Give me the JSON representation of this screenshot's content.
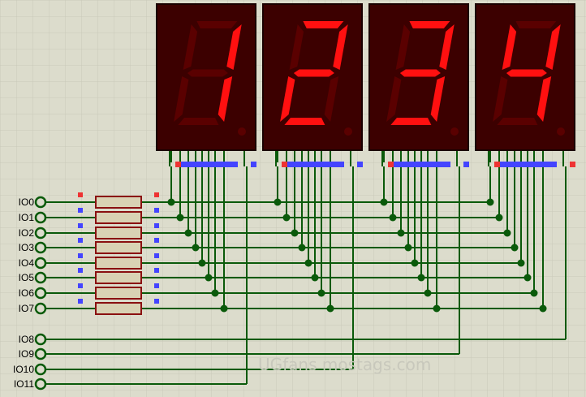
{
  "schematic": {
    "pins_segments": [
      "IO0",
      "IO1",
      "IO2",
      "IO3",
      "IO4",
      "IO5",
      "IO6",
      "IO7"
    ],
    "pins_digits": [
      "IO8",
      "IO9",
      "IO10",
      "IO11"
    ],
    "displays": [
      {
        "name": "digit-1",
        "digit": 1
      },
      {
        "name": "digit-2",
        "digit": 2
      },
      {
        "name": "digit-3",
        "digit": 3
      },
      {
        "name": "digit-4",
        "digit": 4
      }
    ],
    "colors": {
      "background": "#dcdccc",
      "grid": "#cacaba",
      "wire": "#0a5a0a",
      "resistor_body": "#d9d2b4",
      "resistor_border": "#8a1010",
      "display_body": "#3c0000",
      "segment_on": "#ff1010",
      "segment_off": "#5a0000",
      "pin_marker_red": "#ee3333",
      "pin_marker_blue": "#4444ff"
    },
    "watermark": "UGfans mostags.com"
  }
}
